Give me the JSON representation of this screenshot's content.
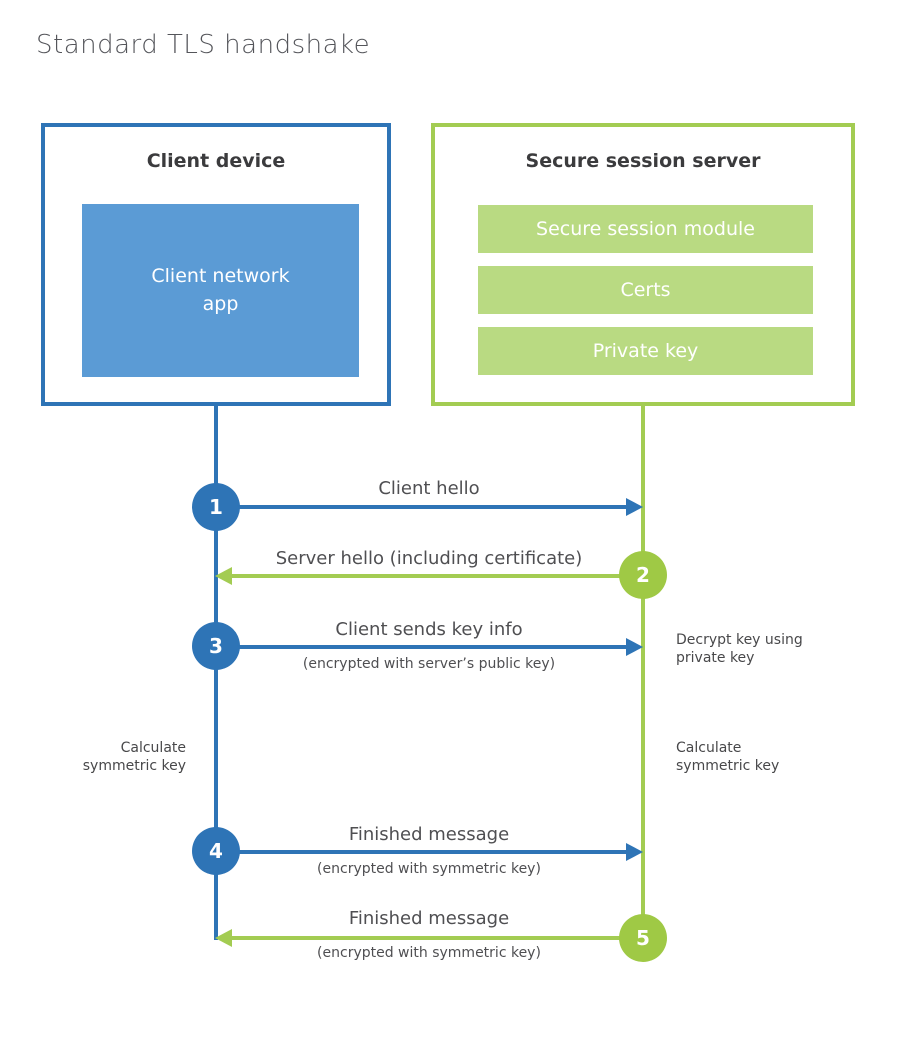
{
  "title": "Standard TLS handshake",
  "colors": {
    "blue_accent": "#2e74b6",
    "blue_fill": "#5b9bd5",
    "green_accent": "#a3cc52",
    "green_fill": "#b9da82"
  },
  "client": {
    "title": "Client device",
    "module": "Client network\napp"
  },
  "server": {
    "title": "Secure session server",
    "modules": [
      "Secure session module",
      "Certs",
      "Private key"
    ]
  },
  "steps": [
    {
      "num": "1",
      "label": "Client hello",
      "sublabel": "",
      "direction": "client-to-server"
    },
    {
      "num": "2",
      "label": "Server hello (including certificate)",
      "sublabel": "",
      "direction": "server-to-client"
    },
    {
      "num": "3",
      "label": "Client sends key info",
      "sublabel": "(encrypted with server’s public key)",
      "direction": "client-to-server"
    },
    {
      "num": "4",
      "label": "Finished message",
      "sublabel": "(encrypted with symmetric key)",
      "direction": "client-to-server"
    },
    {
      "num": "5",
      "label": "Finished message",
      "sublabel": "(encrypted with symmetric key)",
      "direction": "server-to-client"
    }
  ],
  "notes": {
    "decrypt": "Decrypt key using\nprivate key",
    "calc_left": "Calculate\nsymmetric key",
    "calc_right": "Calculate\nsymmetric key"
  }
}
